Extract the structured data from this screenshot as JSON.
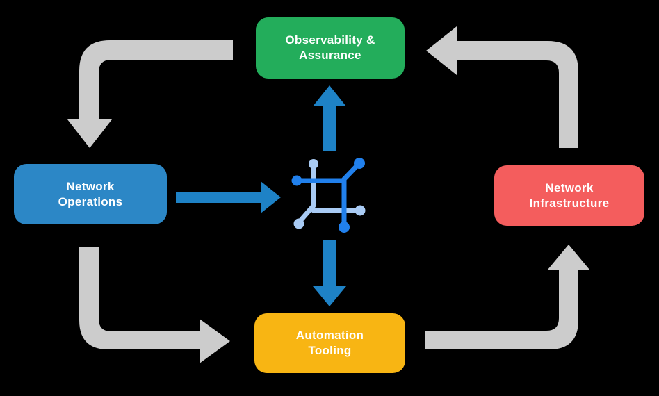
{
  "diagram": {
    "kind": "closed-loop network automation cycle",
    "nodes": {
      "observability": {
        "lines": [
          "Observability &",
          "Assurance"
        ],
        "color": "#23AD5B"
      },
      "operations": {
        "lines": [
          "Network",
          "Operations"
        ],
        "color": "#2C87C6"
      },
      "infrastructure": {
        "lines": [
          "Network",
          "Infrastructure"
        ],
        "color": "#F45D5D"
      },
      "automation": {
        "lines": [
          "Automation",
          "Tooling"
        ],
        "color": "#F8B513"
      }
    },
    "colors": {
      "background": "#000000",
      "cycle_arrow": "#CCCCCC",
      "hub_arrow": "#1E82C6",
      "icon_dark": "#2180EC",
      "icon_light": "#A9CBF4",
      "text": "#FFFFFF"
    },
    "icon": {
      "name": "network-hub-icon"
    }
  }
}
